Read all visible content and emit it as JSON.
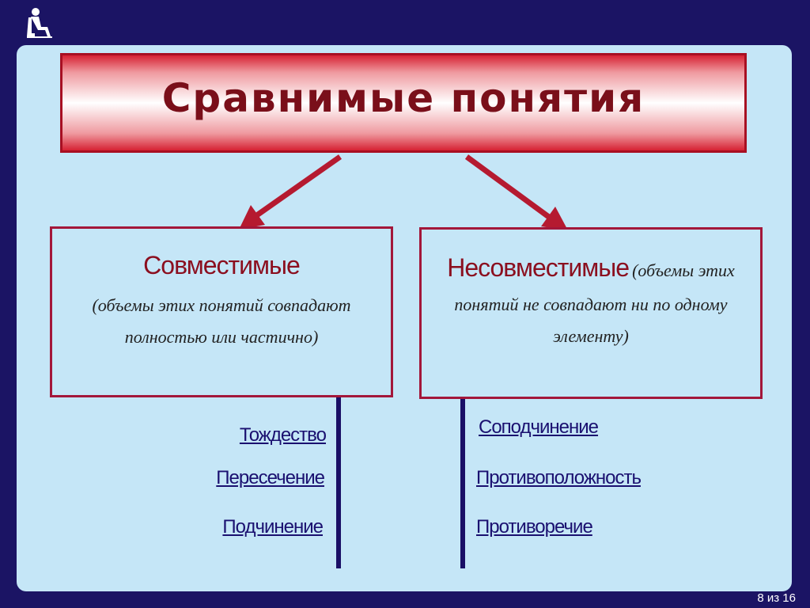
{
  "title": "Сравнимые понятия",
  "left_box": {
    "heading": "Совместимые",
    "description": "(объемы этих понятий совпадают полностью или частично)"
  },
  "right_box": {
    "heading": "Несовместимые",
    "description_line1": "(объемы этих",
    "description_line2": "понятий не совпадают ни по одному",
    "description_line3": "элементу)"
  },
  "left_links": [
    "Тождество",
    "Пересечение",
    "Подчинение"
  ],
  "right_links": [
    "Соподчинение",
    "Противоположность",
    "Противоречие"
  ],
  "slide_counter": "8 из 16",
  "colors": {
    "background": "#1b1464",
    "panel": "#c5e6f7",
    "accent_red": "#a80f22",
    "link_blue": "#1a1070"
  }
}
